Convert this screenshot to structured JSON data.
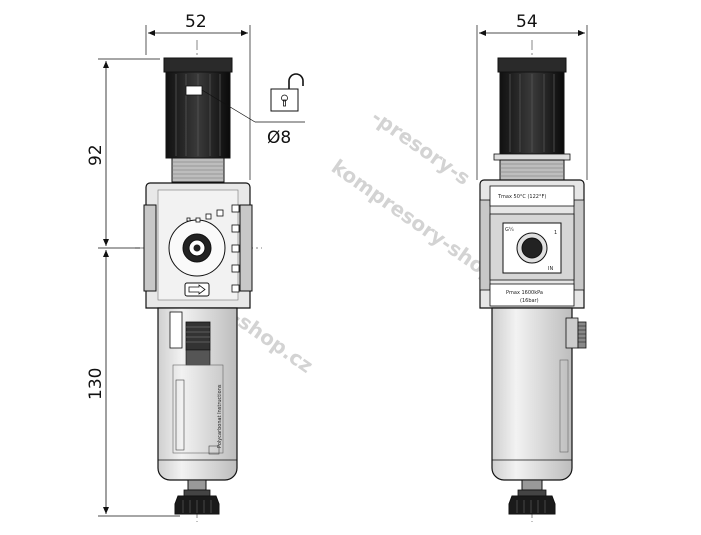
{
  "dimensions": {
    "left_width": "52",
    "right_width": "54",
    "upper_height": "92",
    "lower_height": "130",
    "lock_diameter": "Ø8"
  },
  "right_view_labels": {
    "tmax": "Tmax 50°C (122°F)",
    "pmax": "Pmax 1600kPa",
    "pmax_bar": "(16bar)",
    "port_in": "IN",
    "port_out": "1"
  },
  "left_view_labels": {
    "bowl_label": "Polycarbonat Instructions"
  },
  "watermark": {
    "text_1": "kompresory-shop.cz",
    "text_2": "-presory-s",
    "text_3": "-shop.cz"
  },
  "colors": {
    "knob": "#1a1a1a",
    "body_light": "#e6e6e6",
    "body_mid": "#c8c8c8",
    "line": "#111111",
    "watermark": "#b0b0b0"
  },
  "icons": [
    "padlock-open-icon",
    "flow-arrow-icon"
  ]
}
